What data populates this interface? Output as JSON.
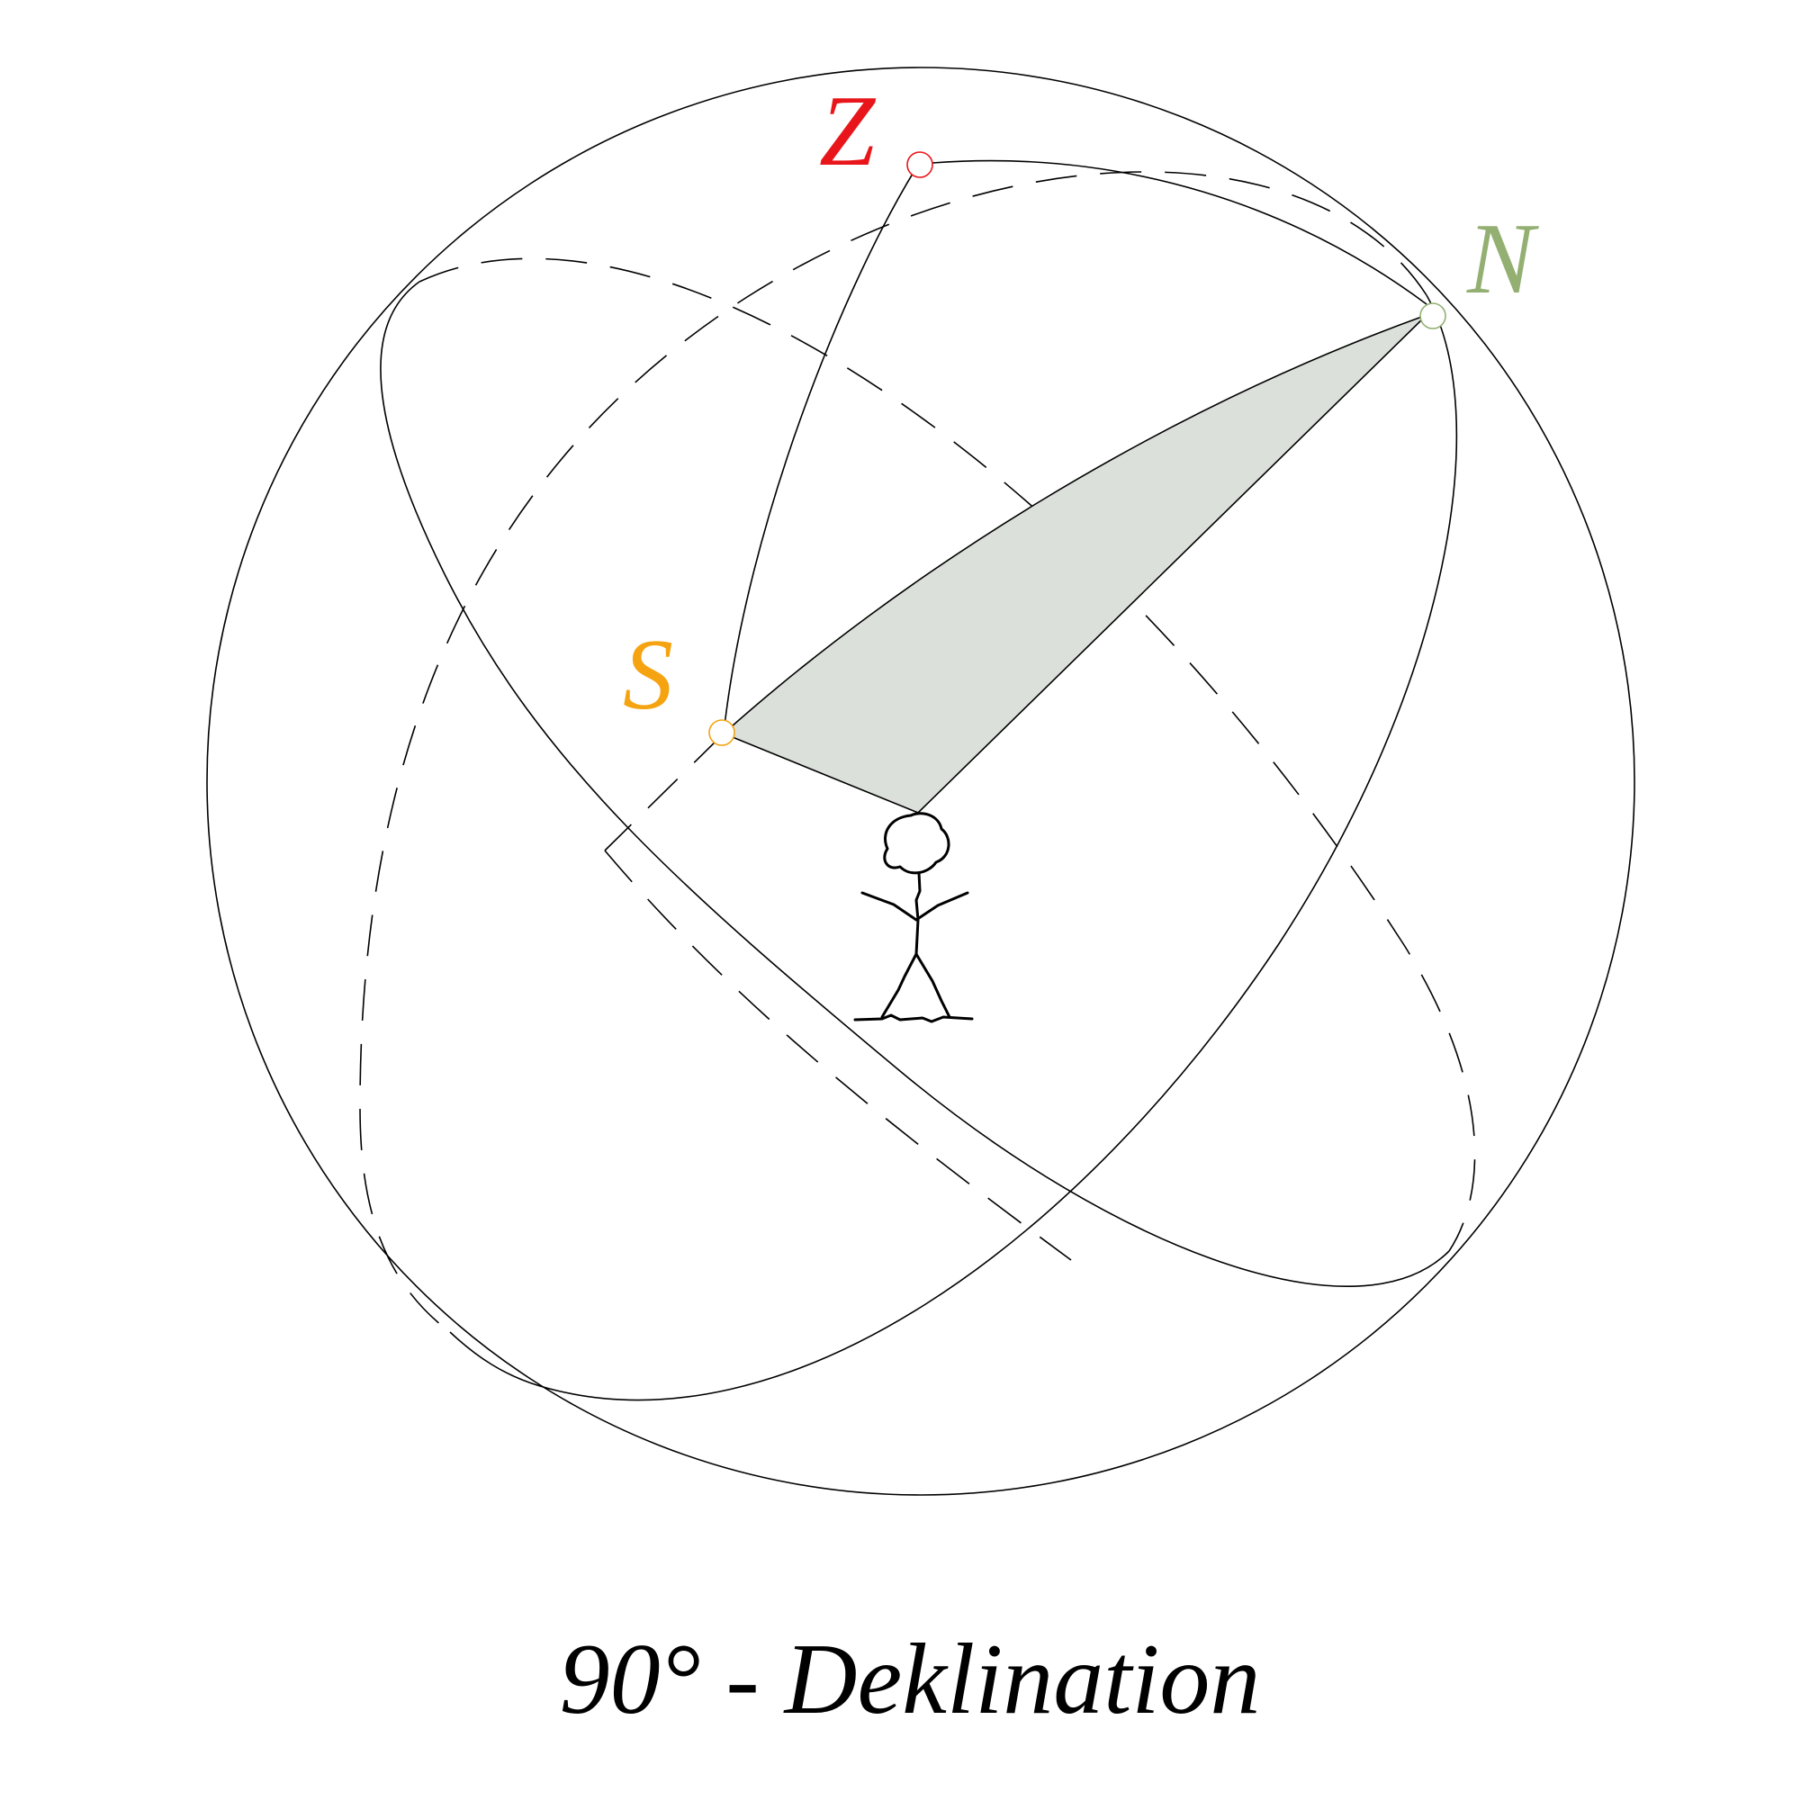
{
  "points": {
    "zenith": {
      "label": "Z",
      "color": "#e8161b"
    },
    "north": {
      "label": "N",
      "color": "#93b072"
    },
    "star": {
      "label": "S",
      "color": "#f5a310"
    }
  },
  "caption": "90° - Deklination",
  "colors": {
    "triangle_fill": "#dbe0da",
    "line": "#000000"
  }
}
